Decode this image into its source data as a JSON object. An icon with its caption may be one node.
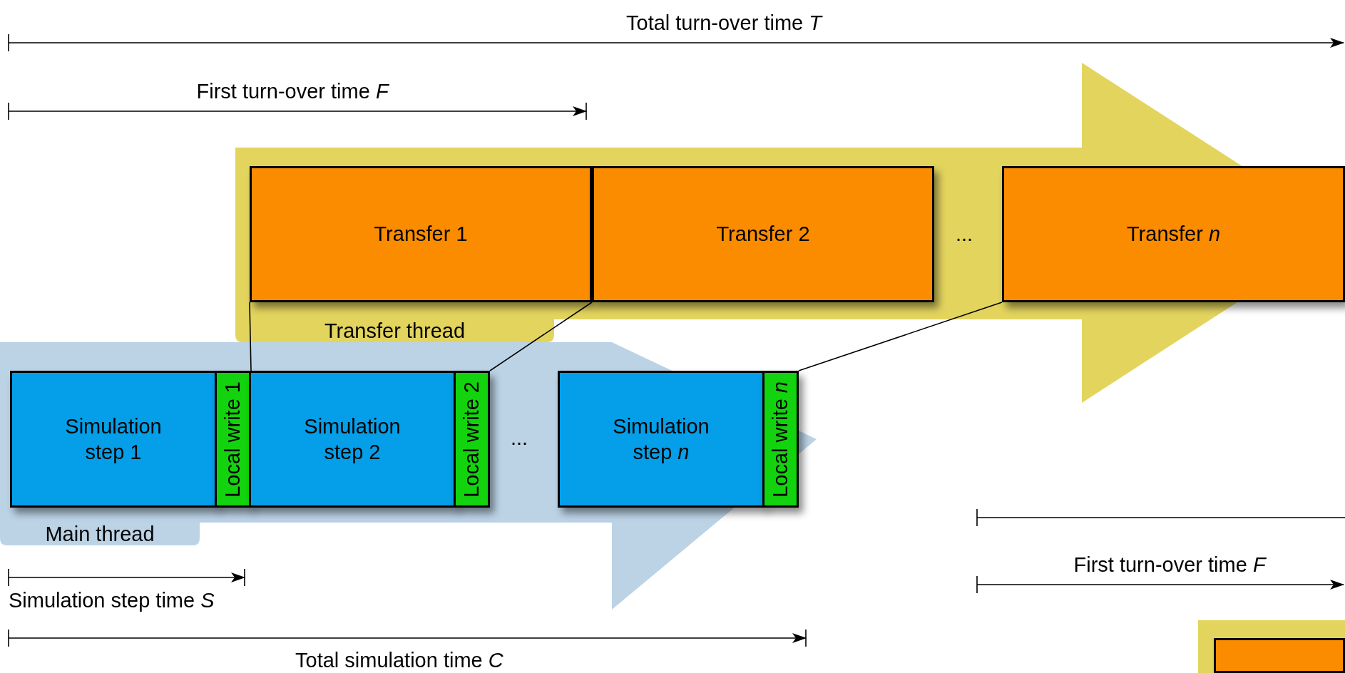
{
  "diagram": {
    "nodes": [
      {
        "text": [
          "Transfer thread"
        ]
      },
      {
        "text": [
          "Transfer 1"
        ],
        "in": 0
      },
      {
        "text": [
          "Transfer 2"
        ],
        "in": 0
      },
      {
        "text": [
          "Transfer *n*"
        ],
        "in": 0
      },
      {
        "text": [
          "Main thread"
        ]
      },
      {
        "text": [
          "Simulation step 1"
        ],
        "in": 4
      },
      {
        "text": [
          "Local write 1"
        ],
        "in": 4
      },
      {
        "text": [
          "Simulation step 2"
        ],
        "in": 4
      },
      {
        "text": [
          "Local write 2"
        ],
        "in": 4
      },
      {
        "text": [
          "Simulation step *n*"
        ],
        "in": 4
      },
      {
        "text": [
          "Local write *n*"
        ],
        "in": 4
      },
      {
        "text": [],
        "shape": "box"
      },
      {
        "text": [],
        "shape": "box",
        "in": 11
      }
    ],
    "edges": [
      {
        "from": 6,
        "to": 1,
        "arrow": "none"
      },
      {
        "from": 8,
        "to": 2,
        "arrow": "none"
      },
      {
        "from": 10,
        "to": 3,
        "arrow": "none"
      }
    ],
    "labels": [
      "Total turn-over time *T*",
      "First turn-over time *F*",
      "...",
      "...",
      "First turn-over time *F*",
      "Simulation step time *S*",
      "Total simulation time *C*"
    ]
  }
}
